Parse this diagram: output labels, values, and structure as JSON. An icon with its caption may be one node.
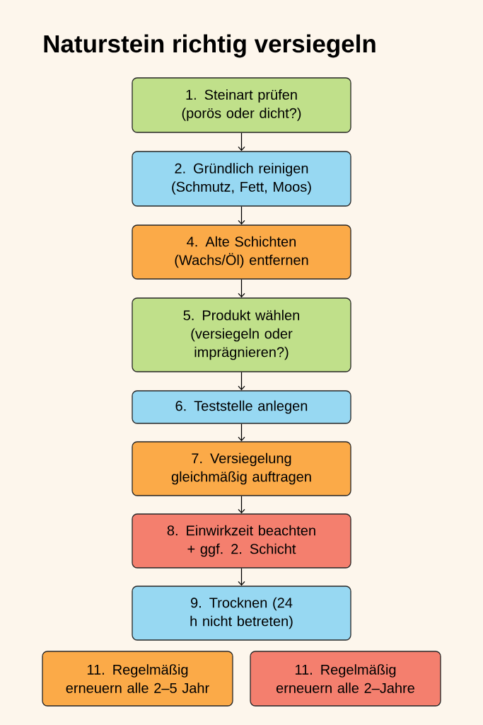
{
  "diagram": {
    "title": "Naturstein richtig versiegeln",
    "nodes": [
      {
        "text": [
          "1. Steinart prüfen (porös oder dicht?)"
        ]
      },
      {
        "text": [
          "2. Gründlich reinigen (Schmutz, Fett, Moos)"
        ]
      },
      {
        "text": [
          "4. Alte Schichten (Wachs/Öl) entfernen"
        ]
      },
      {
        "text": [
          "5. Produkt wählen (versiegeln oder imprägnieren?)"
        ]
      },
      {
        "text": [
          "6. Teststelle anlegen"
        ]
      },
      {
        "text": [
          "7. Versiegelung gleichmäßig auftragen"
        ]
      },
      {
        "text": [
          "8. Einwirkzeit beachten + ggf. 2. Schicht"
        ]
      },
      {
        "text": [
          "9. Trocknen (24 h nicht betreten)"
        ]
      },
      {
        "text": [
          "11. Regelmäßig erneuern alle 2–5 Jahr"
        ]
      },
      {
        "text": [
          "11. Regelmäßig erneuern alle 2–Jahre"
        ]
      }
    ],
    "edges": [
      {
        "from": 0,
        "to": 1,
        "arrow": "to"
      },
      {
        "from": 1,
        "to": 2,
        "arrow": "to"
      },
      {
        "from": 2,
        "to": 3,
        "arrow": "to"
      },
      {
        "from": 3,
        "to": 4,
        "arrow": "to"
      },
      {
        "from": 4,
        "to": 5,
        "arrow": "to"
      },
      {
        "from": 5,
        "to": 6,
        "arrow": "to"
      },
      {
        "from": 6,
        "to": 7,
        "arrow": "to"
      }
    ]
  }
}
